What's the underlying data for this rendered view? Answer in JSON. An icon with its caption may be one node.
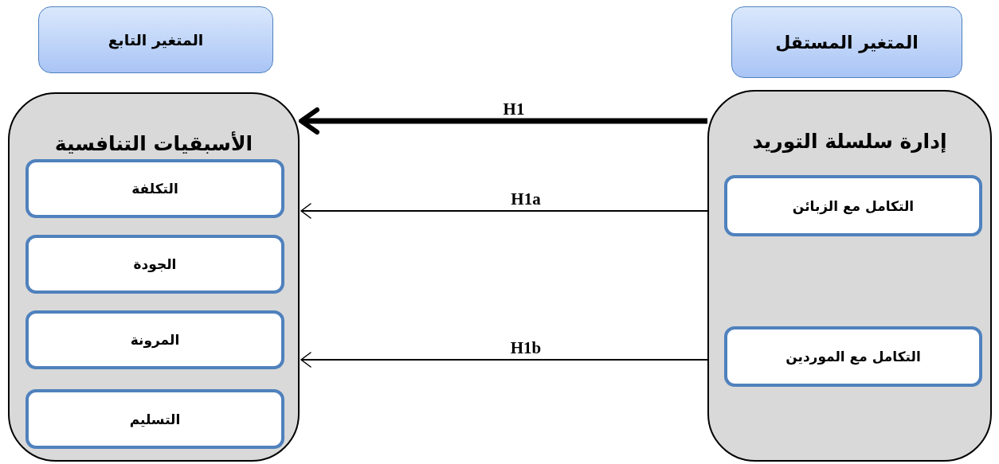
{
  "diagram": {
    "nodes": [
      {
        "text": [
          "المتغير التابع"
        ]
      },
      {
        "text": [
          "المتغير المستقل"
        ]
      },
      {
        "text": [
          "الأسبقيات التنافسية"
        ]
      },
      {
        "text": [
          "التكلفة"
        ],
        "in": 2
      },
      {
        "text": [
          "الجودة"
        ],
        "in": 2
      },
      {
        "text": [
          "المرونة"
        ],
        "in": 2
      },
      {
        "text": [
          "التسليم"
        ],
        "in": 2
      },
      {
        "text": [
          "إدارة سلسلة التوريد"
        ]
      },
      {
        "text": [
          "التكامل مع الزبائن"
        ],
        "in": 7
      },
      {
        "text": [
          "التكامل مع الموردين"
        ],
        "in": 7
      }
    ],
    "edges": [
      {
        "from": 7,
        "to": 2,
        "arrow": "to",
        "label": "H1",
        "style": "thick"
      },
      {
        "from": 8,
        "to": 2,
        "arrow": "to",
        "label": "H1a"
      },
      {
        "from": 9,
        "to": 2,
        "arrow": "to",
        "label": "H1b"
      }
    ]
  }
}
